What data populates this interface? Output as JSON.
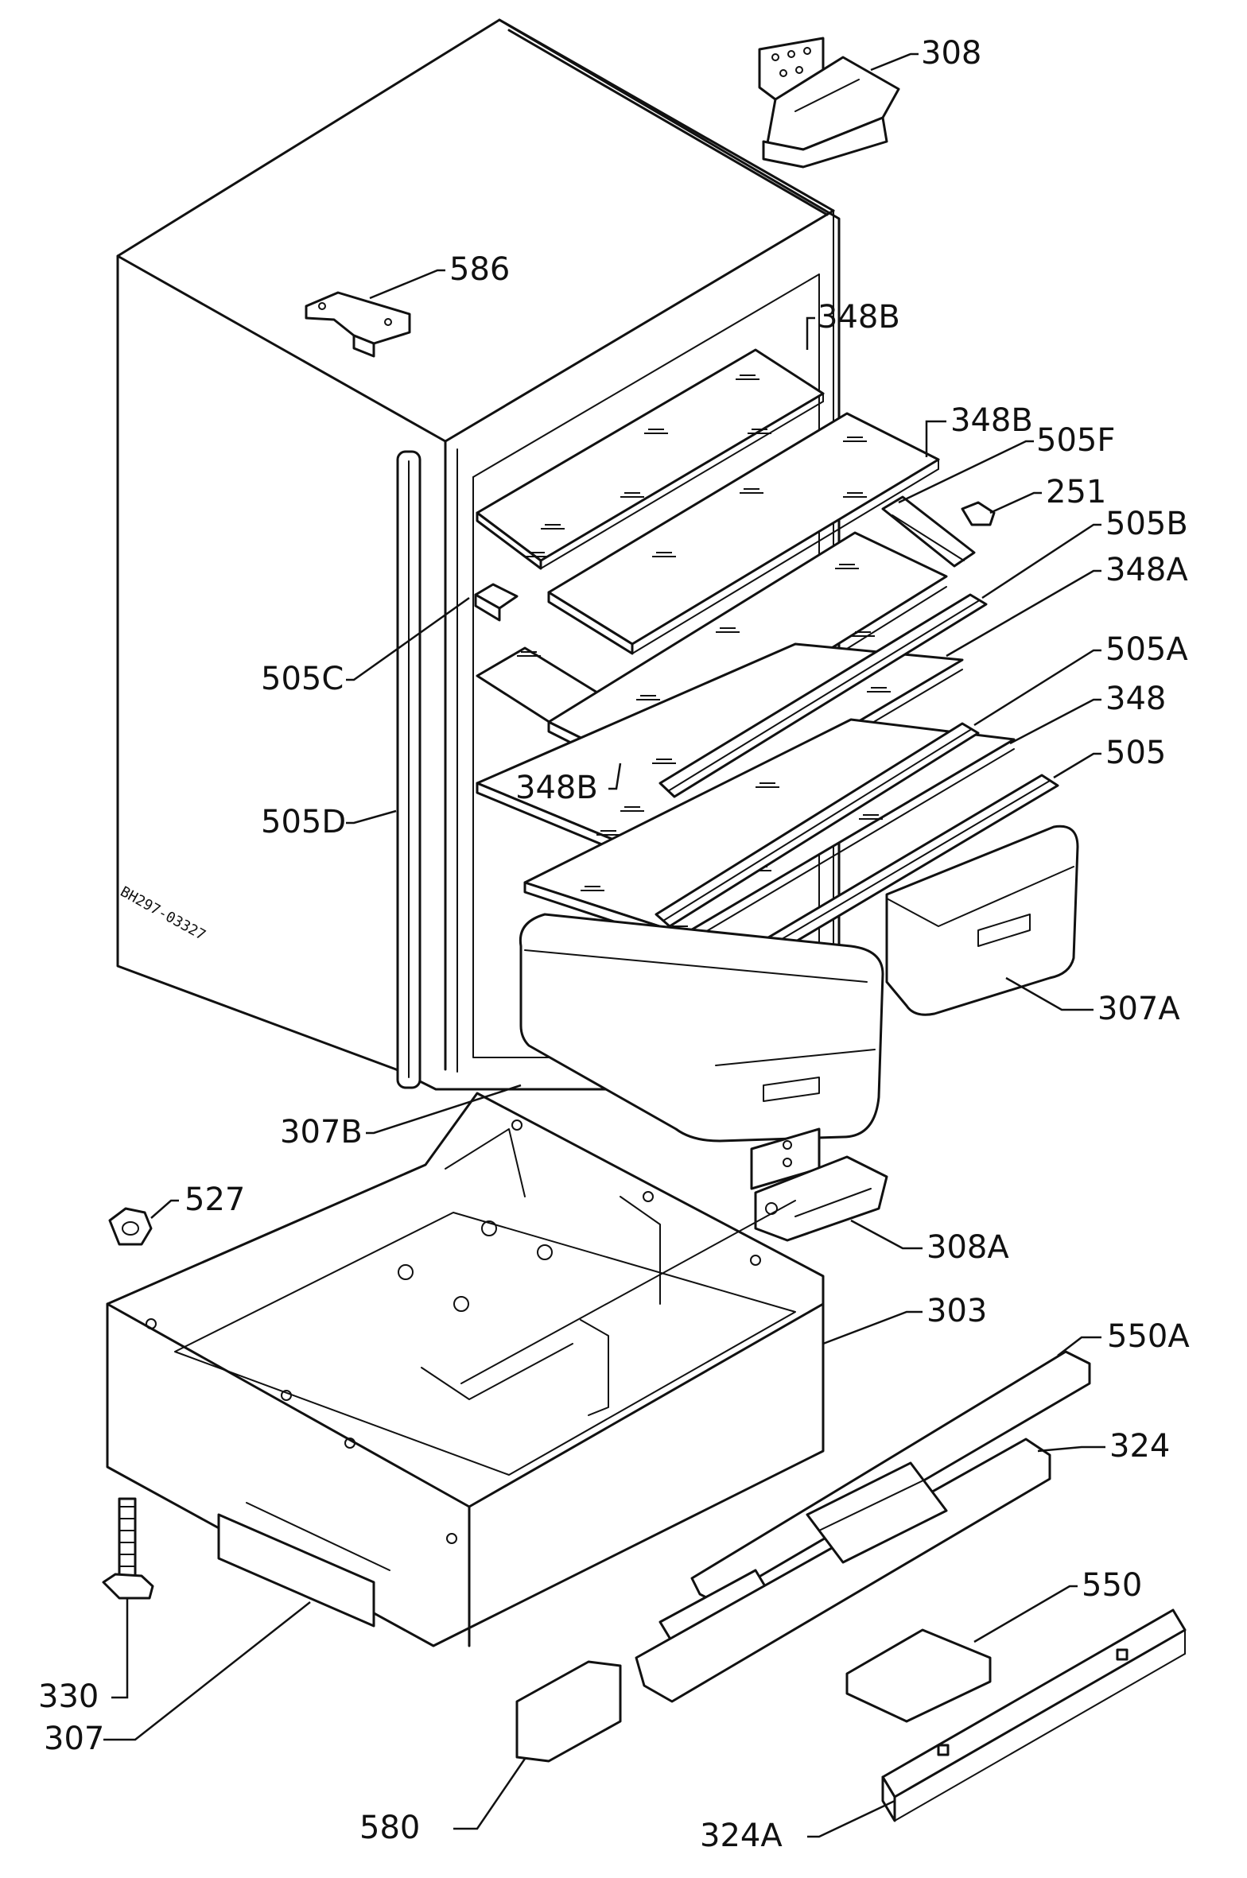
{
  "diagram": {
    "stamp_text": "BH297-03327",
    "labels": {
      "p308": "308",
      "p586": "586",
      "p348B_top": "348B",
      "p348B_mid": "348B",
      "p505F": "505F",
      "p251": "251",
      "p505B": "505B",
      "p348A": "348A",
      "p505A": "505A",
      "p348": "348",
      "p505": "505",
      "p505C": "505C",
      "p348B_low": "348B",
      "p505D": "505D",
      "p307A": "307A",
      "p307B": "307B",
      "p527": "527",
      "p308A": "308A",
      "p303": "303",
      "p550A": "550A",
      "p324": "324",
      "p550": "550",
      "p330": "330",
      "p307": "307",
      "p580": "580",
      "p324A": "324A"
    }
  }
}
